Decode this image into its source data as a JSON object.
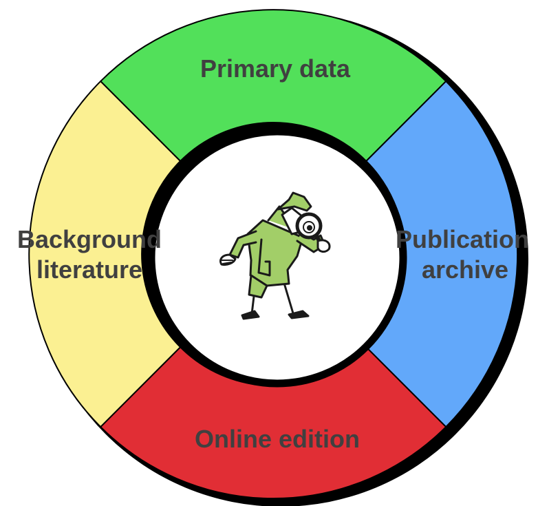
{
  "segments": {
    "top": {
      "label": "Primary data",
      "color": "#52e05a"
    },
    "right": {
      "line1": "Publication",
      "line2": "archive",
      "color": "#62a8fa"
    },
    "bottom": {
      "label": "Online edition",
      "color": "#e12e35"
    },
    "left": {
      "line1": "Background",
      "line2": "literature",
      "color": "#fbf092"
    }
  },
  "center": {
    "icon": "detective-with-magnifying-glass-icon"
  }
}
